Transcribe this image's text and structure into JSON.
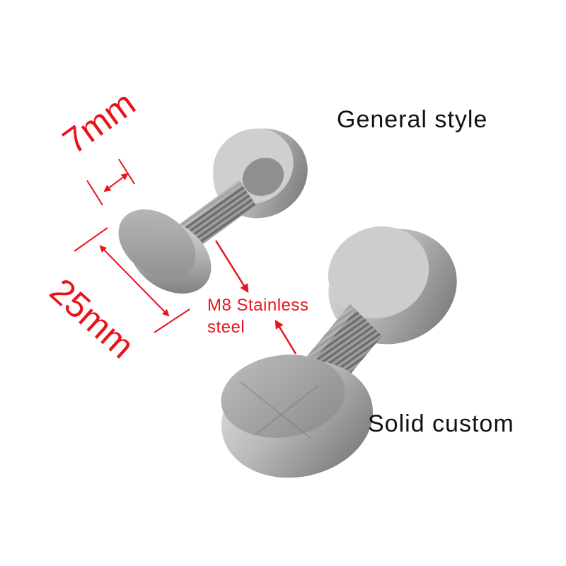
{
  "labels": {
    "general_style": "General style",
    "solid_custom": "Solid custom",
    "width_dimension": "7mm",
    "diameter_dimension": "25mm",
    "material_line1": "M8 Stainless",
    "material_line2": "steel"
  },
  "colors": {
    "annotation_red": "#e8141b",
    "steel_light": "#d9d9d9",
    "steel_mid": "#9a9a9a",
    "steel_dark": "#555555",
    "background": "#ffffff"
  }
}
